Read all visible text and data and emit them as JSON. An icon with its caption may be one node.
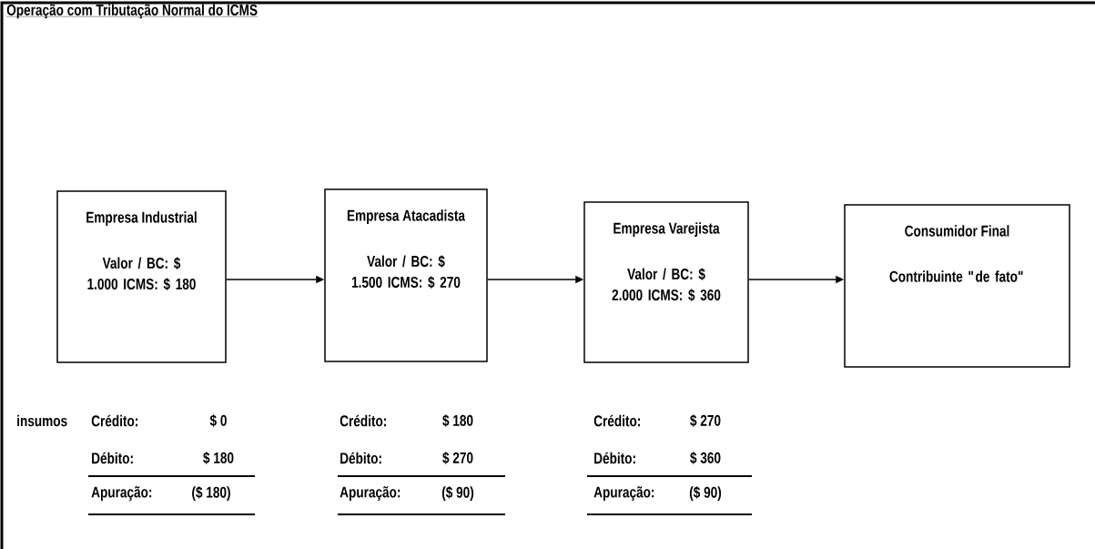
{
  "diagram": {
    "title": "Operação com Tributação Normal do ICMS",
    "nodes": [
      {
        "text": [
          "Empresa Industrial",
          "Valor / BC: $ 1.000 ICMS: $ 180"
        ]
      },
      {
        "text": [
          "Empresa Atacadista",
          "Valor / BC: $ 1.500 ICMS: $ 270"
        ]
      },
      {
        "text": [
          "Empresa Varejista",
          "Valor / BC: $ 2.000 ICMS: $ 360"
        ]
      },
      {
        "text": [
          "Consumidor Final",
          "Contribuinte \"de fato\""
        ]
      }
    ],
    "edges": [
      {
        "from": 0,
        "to": 1,
        "arrow": "to"
      },
      {
        "from": 1,
        "to": 2,
        "arrow": "to"
      },
      {
        "from": 2,
        "to": 3,
        "arrow": "to"
      }
    ],
    "labels": [
      "insumos",
      "Crédito:",
      "$ 0",
      "Crédito:",
      "$ 180",
      "Crédito:",
      "$ 270",
      "Débito:",
      "$ 180",
      "Débito:",
      "$ 270",
      "Débito:",
      "$ 360",
      "Apuração:",
      "($ 180)",
      "Apuração:",
      "($ 90)",
      "Apuração:",
      "($ 90)"
    ]
  }
}
